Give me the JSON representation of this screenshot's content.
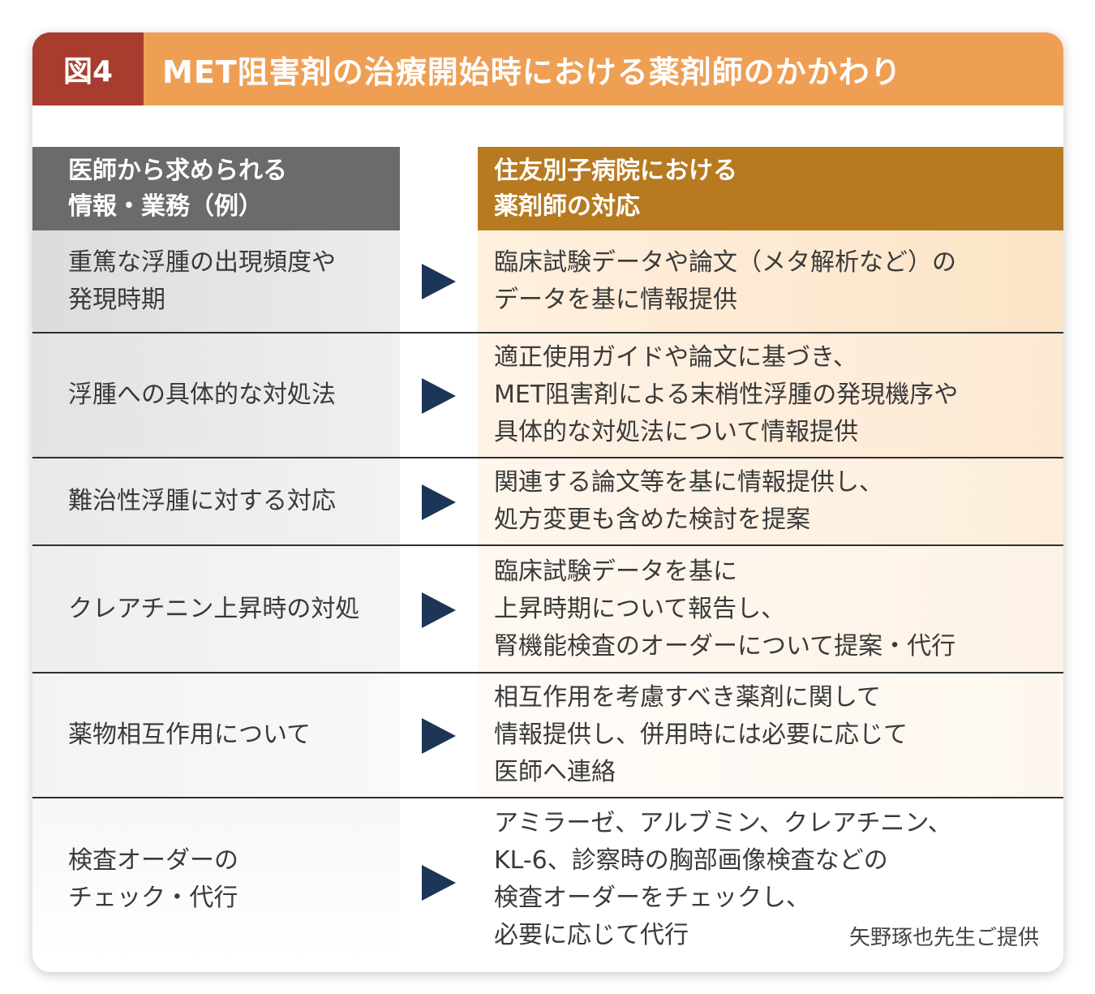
{
  "title": {
    "badge": "図4",
    "text": "MET阻害剤の治療開始時における薬剤師のかかわり"
  },
  "header": {
    "left": [
      "医師から求められる",
      "情報・業務（例）"
    ],
    "right": [
      "住友別子病院における",
      "薬剤師の対応"
    ]
  },
  "rows": [
    {
      "left": [
        "重篤な浮腫の出現頻度や",
        "発現時期"
      ],
      "right": [
        "臨床試験データや論文（メタ解析など）の",
        "データを基に情報提供"
      ]
    },
    {
      "left": [
        "浮腫への具体的な対処法"
      ],
      "right": [
        "適正使用ガイドや論文に基づき、",
        "MET阻害剤による末梢性浮腫の発現機序や",
        "具体的な対処法について情報提供"
      ]
    },
    {
      "left": [
        "難治性浮腫に対する対応"
      ],
      "right": [
        "関連する論文等を基に情報提供し、",
        "処方変更も含めた検討を提案"
      ]
    },
    {
      "left": [
        "クレアチニン上昇時の対処"
      ],
      "right": [
        "臨床試験データを基に",
        "上昇時期について報告し、",
        "腎機能検査のオーダーについて提案・代行"
      ]
    },
    {
      "left": [
        "薬物相互作用について"
      ],
      "right": [
        "相互作用を考慮すべき薬剤に関して",
        "情報提供し、併用時には必要に応じて",
        "医師へ連絡"
      ]
    },
    {
      "left": [
        "検査オーダーの",
        "チェック・代行"
      ],
      "right": [
        "アミラーゼ、アルブミン、クレアチニン、",
        "KL-6、診察時の胸部画像検査などの",
        "検査オーダーをチェックし、",
        "必要に応じて代行"
      ]
    }
  ],
  "credit": "矢野琢也先生ご提供",
  "colors": {
    "title_bar": "#ef9f54",
    "badge": "#a83c2e",
    "header_left": "#6b6b6b",
    "header_right": "#b77a20",
    "arrow": "#1d3557"
  }
}
